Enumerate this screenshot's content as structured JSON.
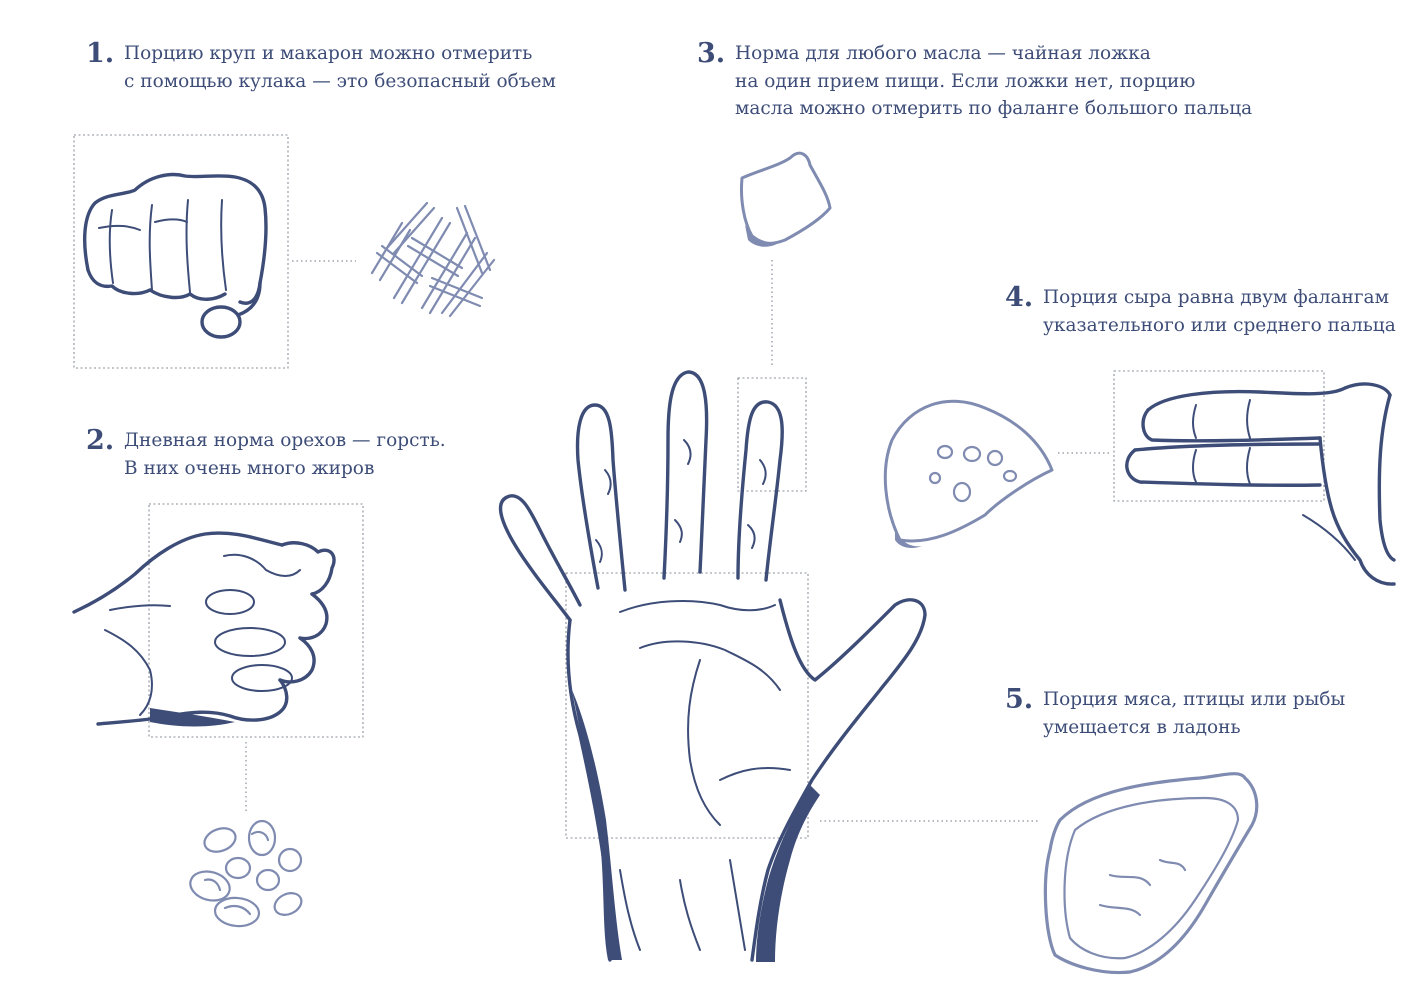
{
  "steps": [
    {
      "number": "1.",
      "lines": [
        "Порцию круп и макарон можно отмерить",
        "с помощью кулака — это безопасный объем"
      ]
    },
    {
      "number": "2.",
      "lines": [
        "Дневная норма орехов — горсть.",
        "В них очень много жиров"
      ]
    },
    {
      "number": "3.",
      "lines": [
        "Норма для любого масла — чайная ложка",
        "на один прием пищи. Если ложки нет, порцию",
        "масла можно отмерить по фаланге большого пальца"
      ]
    },
    {
      "number": "4.",
      "lines": [
        "Порция сыра равна двум фалангам",
        "указательного или среднего пальца"
      ]
    },
    {
      "number": "5.",
      "lines": [
        "Порция мяса, птицы или рыбы",
        "умещается в ладонь"
      ]
    }
  ],
  "illustrations": {
    "fist": "fist-icon",
    "pasta": "pasta-icon",
    "handful": "handful-icon",
    "nuts": "nuts-icon",
    "butter": "butter-icon",
    "cheese": "cheese-icon",
    "fingers": "two-fingers-icon",
    "meat": "meat-steak-icon",
    "palm": "open-palm-icon"
  },
  "colors": {
    "ink": "#3d4d78",
    "light_ink": "#7f8bb0",
    "frame": "#8a8f9a",
    "background": "#ffffff"
  }
}
